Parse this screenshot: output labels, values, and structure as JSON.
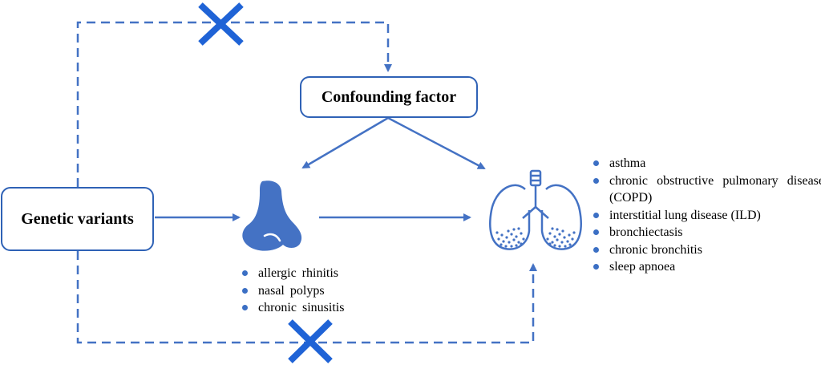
{
  "nodes": {
    "genetic": "Genetic variants",
    "confounder": "Confounding factor"
  },
  "nose_conditions": [
    "allergic rhinitis",
    "nasal polyps",
    "chronic sinusitis"
  ],
  "lung_conditions": {
    "asthma": "asthma",
    "copd_line1": "chronic obstructive pulmonary disease",
    "copd_line2": "(COPD)",
    "ild": "interstitial lung disease (ILD)",
    "bronchiectasis": "bronchiectasis",
    "chronic_bronchitis": "chronic bronchitis",
    "sleep_apnoea": "sleep apnoea"
  },
  "icons": {
    "nose": "nose-icon",
    "lungs": "lungs-icon",
    "blocked": "cross-icon"
  },
  "colors": {
    "accent": "#2f62b6",
    "bullet": "#3b6fc4",
    "cross": "#1f63d6"
  }
}
